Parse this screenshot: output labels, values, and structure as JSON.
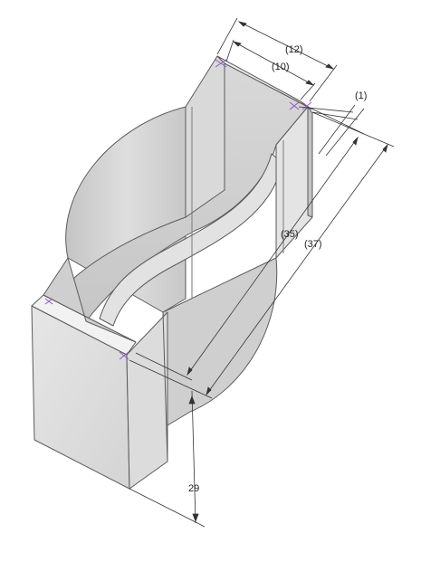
{
  "dimensions": {
    "outer_width": "(12)",
    "inner_width": "(10)",
    "wall_thickness": "(1)",
    "inner_length": "(35)",
    "outer_length": "(37)",
    "height": "29"
  },
  "colors": {
    "background": "#ffffff",
    "part_face_light": "#e9e9e9",
    "part_face_mid": "#d2d2d2",
    "part_face_dark": "#b9b9b9",
    "edge": "#5a5a5a",
    "dimension_line": "#333333",
    "vertex_marker": "#8a5ad0"
  }
}
